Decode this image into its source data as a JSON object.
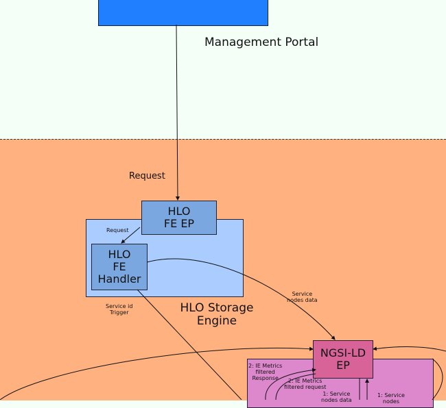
{
  "zones": {
    "portal_title": "Management Portal",
    "storage_title": "HLO Storage\nEngine"
  },
  "nodes": {
    "fe_ep": "HLO\nFE EP",
    "fe_handler": "HLO\nFE\nHandler",
    "ngsi_ep": "NGSI-LD\nEP"
  },
  "edges": {
    "request": "Request",
    "request_inner": "Request",
    "service_id_trigger": "Service id\nTrigger",
    "service_nodes_data": "Service\nnodes data",
    "ie_metrics_response": "2: IE Metrics\nfiltered\nResponse",
    "ie_metrics_request": "2: IE Metrics\nfiltered request",
    "service_nodes_data_req": "1: Service\nnodes data",
    "service_req": "1: Service\nnodes"
  },
  "colors": {
    "portal_zone": "#f4fff8",
    "storage_zone": "#ffb27f",
    "portal_box": "#1f7fff",
    "storage_box": "#aaccff",
    "hlo_nodes": "#7ba7e0",
    "ngsi_outer": "#dd88cc",
    "ngsi_ep": "#d86399"
  }
}
